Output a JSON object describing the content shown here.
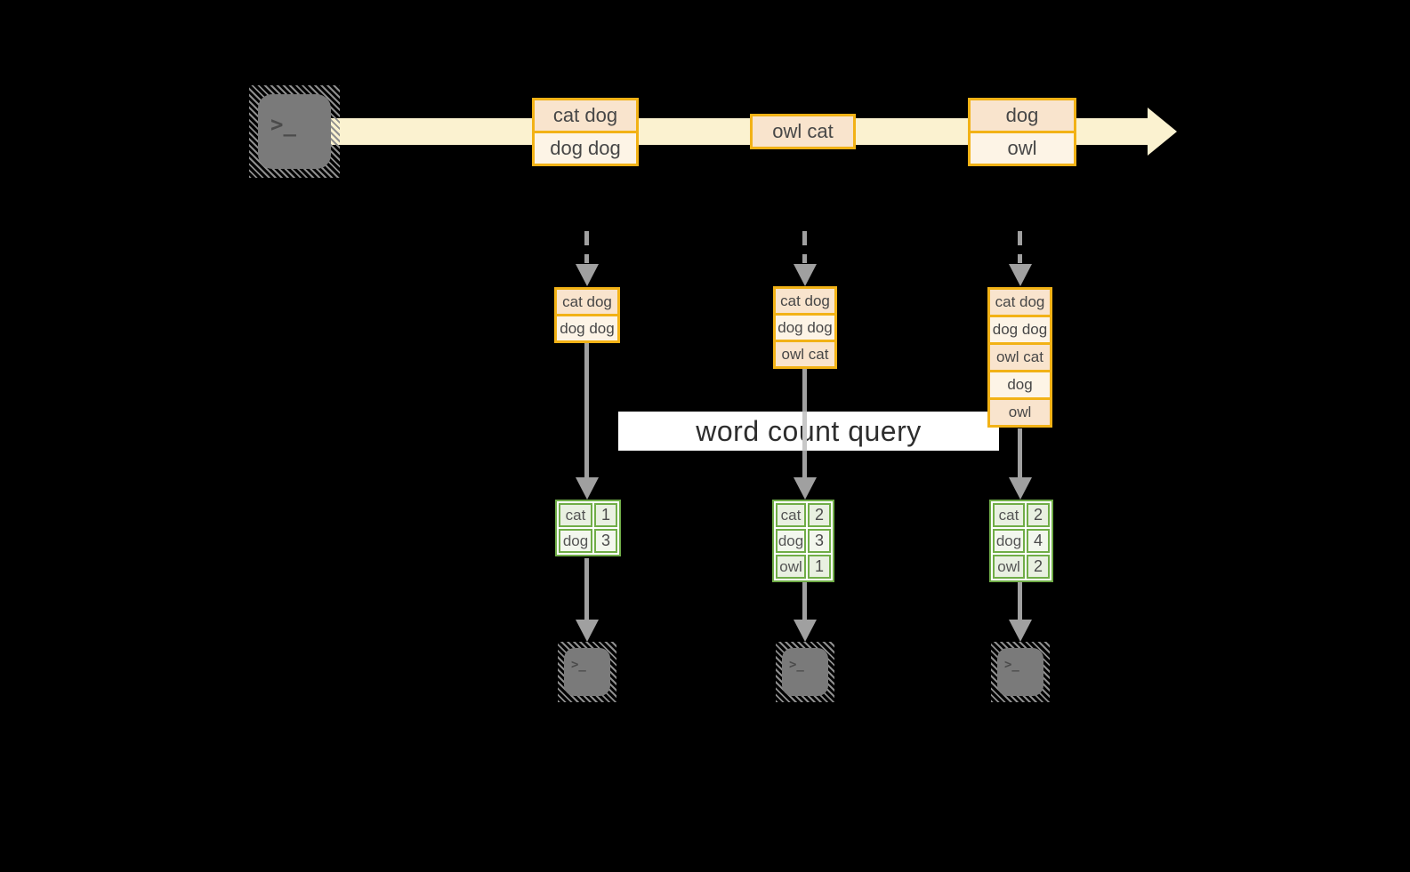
{
  "diagram": {
    "query_banner": "word count query",
    "terminal_glyph": ">_",
    "stream_events": [
      {
        "rows": [
          "cat dog",
          "dog dog"
        ]
      },
      {
        "rows": [
          "owl cat"
        ]
      },
      {
        "rows": [
          "dog",
          "owl"
        ]
      }
    ],
    "columns": [
      {
        "batch": [
          "cat dog",
          "dog dog"
        ],
        "counts": [
          [
            "cat",
            "1"
          ],
          [
            "dog",
            "3"
          ]
        ]
      },
      {
        "batch": [
          "cat dog",
          "dog dog",
          "owl cat"
        ],
        "counts": [
          [
            "cat",
            "2"
          ],
          [
            "dog",
            "3"
          ],
          [
            "owl",
            "1"
          ]
        ]
      },
      {
        "batch": [
          "cat dog",
          "dog dog",
          "owl cat",
          "dog",
          "owl"
        ],
        "counts": [
          [
            "cat",
            "2"
          ],
          [
            "dog",
            "4"
          ],
          [
            "owl",
            "2"
          ]
        ]
      }
    ],
    "colors": {
      "background": "#000000",
      "stream_band": "#fbf2d0",
      "box_border": "#f2b216",
      "box_fill_peach": "#f9e4cd",
      "box_fill_cream": "#fdf4e6",
      "table_border": "#70ad47",
      "table_fill": "#e9f0e1",
      "table_fill_alt": "#f3f7ee",
      "arrow_gray": "#a0a0a0",
      "terminal_gray": "#7a7a7a",
      "banner_bg": "#ffffff",
      "text_dark": "#3b3b3b"
    }
  }
}
